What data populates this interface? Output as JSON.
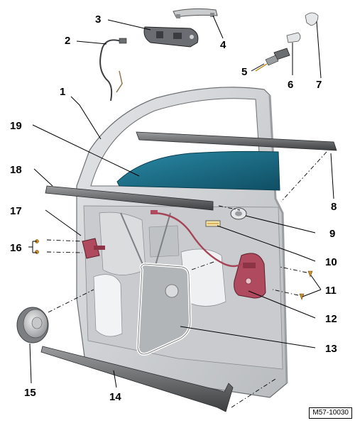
{
  "diagram": {
    "callouts": [
      {
        "id": "1",
        "label": "1"
      },
      {
        "id": "2",
        "label": "2"
      },
      {
        "id": "3",
        "label": "3"
      },
      {
        "id": "4",
        "label": "4"
      },
      {
        "id": "5",
        "label": "5"
      },
      {
        "id": "6",
        "label": "6"
      },
      {
        "id": "7",
        "label": "7"
      },
      {
        "id": "8",
        "label": "8"
      },
      {
        "id": "9",
        "label": "9"
      },
      {
        "id": "10",
        "label": "10"
      },
      {
        "id": "11",
        "label": "11"
      },
      {
        "id": "12",
        "label": "12"
      },
      {
        "id": "13",
        "label": "13"
      },
      {
        "id": "14",
        "label": "14"
      },
      {
        "id": "15",
        "label": "15"
      },
      {
        "id": "16",
        "label": "16"
      },
      {
        "id": "17",
        "label": "17"
      },
      {
        "id": "18",
        "label": "18"
      },
      {
        "id": "19",
        "label": "19"
      }
    ],
    "reference_code": "M57-10030"
  },
  "colors": {
    "door_panel": "#d4d6d8",
    "door_panel_dark": "#b8bbbe",
    "window_glass": "#1a6b85",
    "lock_parts": "#b04a5e",
    "brass_fasteners": "#c8902a",
    "line": "#000000"
  }
}
